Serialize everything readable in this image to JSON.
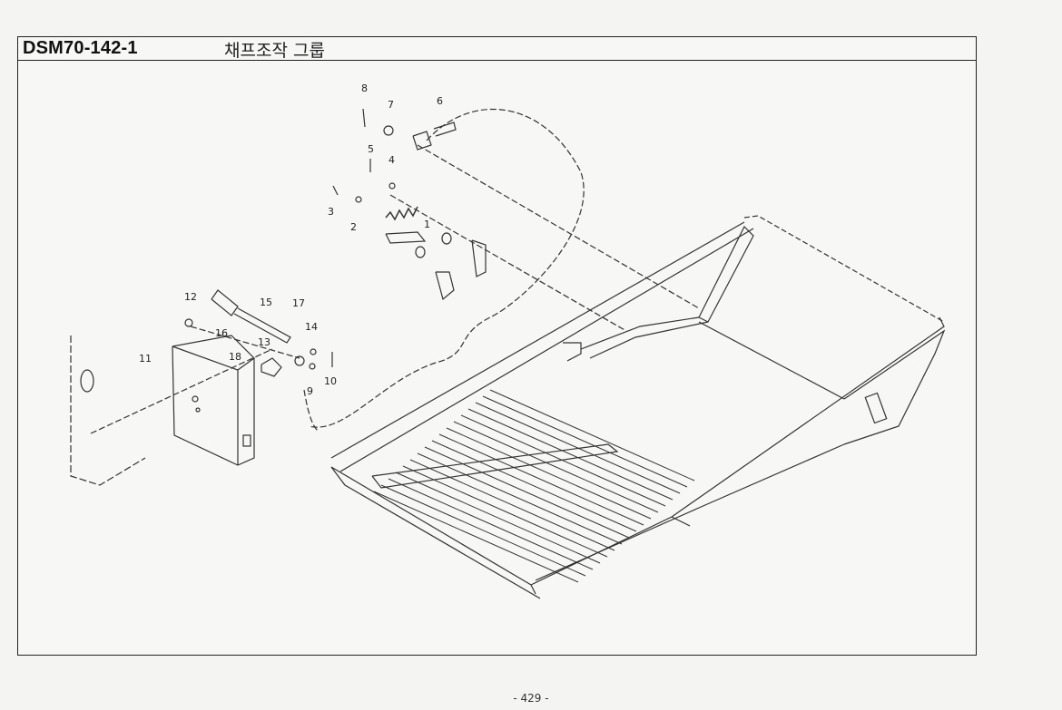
{
  "header": {
    "code": "DSM70-142-1",
    "title": "채프조작 그룹"
  },
  "callouts": [
    "1",
    "2",
    "3",
    "4",
    "5",
    "6",
    "7",
    "8",
    "9",
    "10",
    "11",
    "12",
    "13",
    "14",
    "15",
    "16",
    "17",
    "18"
  ],
  "page": {
    "number": "- 429 -"
  }
}
